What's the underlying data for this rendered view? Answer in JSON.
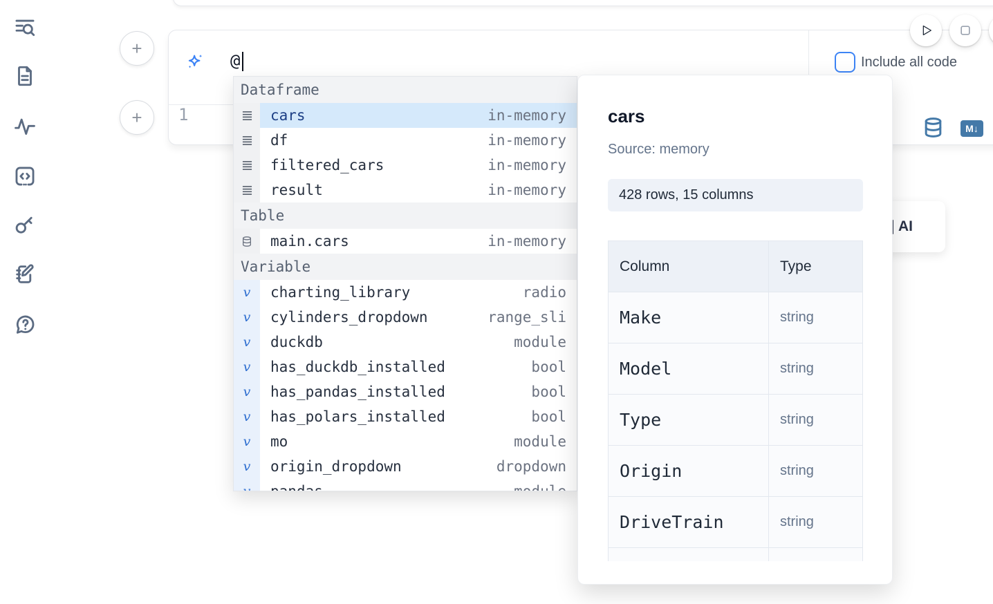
{
  "colors": {
    "accent_blue": "#3b82f6",
    "steel_blue": "#4479a8",
    "selection_highlight": "#d5e9fb",
    "sidebar_icon": "#5b6b82"
  },
  "sidebar": {
    "icons": [
      "search-list",
      "file-text",
      "activity",
      "code-block",
      "key",
      "scratchpad",
      "help-chat"
    ]
  },
  "prompt": {
    "value": "@",
    "ai_icon": "sparkles-icon",
    "include_all_code_label": "Include all code",
    "checkbox_checked": false
  },
  "run_controls": {
    "play_icon": "play-icon",
    "stop_icon": "stop-icon"
  },
  "cell": {
    "line_number": "1",
    "toolbar_icons": [
      "database-icon",
      "markdown-icon"
    ],
    "markdown_badge": "M↓"
  },
  "autocomplete": {
    "rows": [
      {
        "kind": "section",
        "label": "Dataframe"
      },
      {
        "kind": "entry",
        "icon": "dataframe",
        "name": "cars",
        "meta": "in-memory",
        "state": "selected"
      },
      {
        "kind": "entry",
        "icon": "dataframe",
        "name": "df",
        "meta": "in-memory"
      },
      {
        "kind": "entry",
        "icon": "dataframe",
        "name": "filtered_cars",
        "meta": "in-memory"
      },
      {
        "kind": "entry",
        "icon": "dataframe",
        "name": "result",
        "meta": "in-memory"
      },
      {
        "kind": "section",
        "label": "Table"
      },
      {
        "kind": "entry",
        "icon": "table",
        "name": "main.cars",
        "meta": "in-memory"
      },
      {
        "kind": "section",
        "label": "Variable"
      },
      {
        "kind": "entry",
        "icon": "variable",
        "name": "charting_library",
        "meta": "radio"
      },
      {
        "kind": "entry",
        "icon": "variable",
        "name": "cylinders_dropdown",
        "meta": "range_sli"
      },
      {
        "kind": "entry",
        "icon": "variable",
        "name": "duckdb",
        "meta": "module"
      },
      {
        "kind": "entry",
        "icon": "variable",
        "name": "has_duckdb_installed",
        "meta": "bool"
      },
      {
        "kind": "entry",
        "icon": "variable",
        "name": "has_pandas_installed",
        "meta": "bool"
      },
      {
        "kind": "entry",
        "icon": "variable",
        "name": "has_polars_installed",
        "meta": "bool"
      },
      {
        "kind": "entry",
        "icon": "variable",
        "name": "mo",
        "meta": "module"
      },
      {
        "kind": "entry",
        "icon": "variable",
        "name": "origin_dropdown",
        "meta": "dropdown"
      },
      {
        "kind": "entry",
        "icon": "variable",
        "name": "pandas",
        "meta": "module"
      }
    ]
  },
  "ai_button": {
    "label": "AI"
  },
  "preview_panel": {
    "title": "cars",
    "source": "Source: memory",
    "shape": "428 rows, 15 columns",
    "table": {
      "headers": [
        "Column",
        "Type"
      ],
      "rows": [
        {
          "name": "Make",
          "type": "string"
        },
        {
          "name": "Model",
          "type": "string"
        },
        {
          "name": "Type",
          "type": "string"
        },
        {
          "name": "Origin",
          "type": "string"
        },
        {
          "name": "DriveTrain",
          "type": "string"
        },
        {
          "name": "",
          "type": ""
        }
      ]
    }
  }
}
